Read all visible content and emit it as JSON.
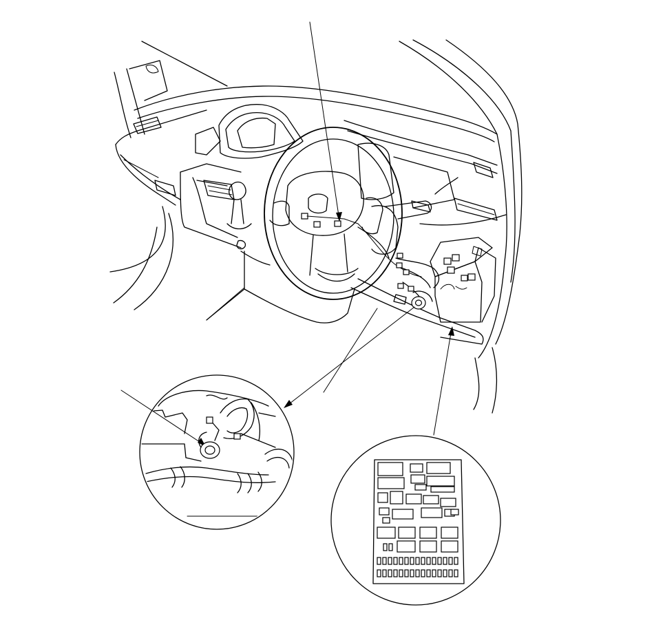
{
  "figure": {
    "view": "dashboard-interior-right-hand-drive",
    "callouts": [
      {
        "name": "steering-connector-callout",
        "label": ""
      },
      {
        "name": "ground-bolt-callout",
        "label": ""
      },
      {
        "name": "fuse-box-callout",
        "label": ""
      },
      {
        "name": "console-callout",
        "label": ""
      },
      {
        "name": "lower-panel-callout",
        "label": ""
      }
    ],
    "detail_views": [
      {
        "name": "ground-bolt-detail"
      },
      {
        "name": "under-dash-fuse-box-detail"
      }
    ]
  }
}
